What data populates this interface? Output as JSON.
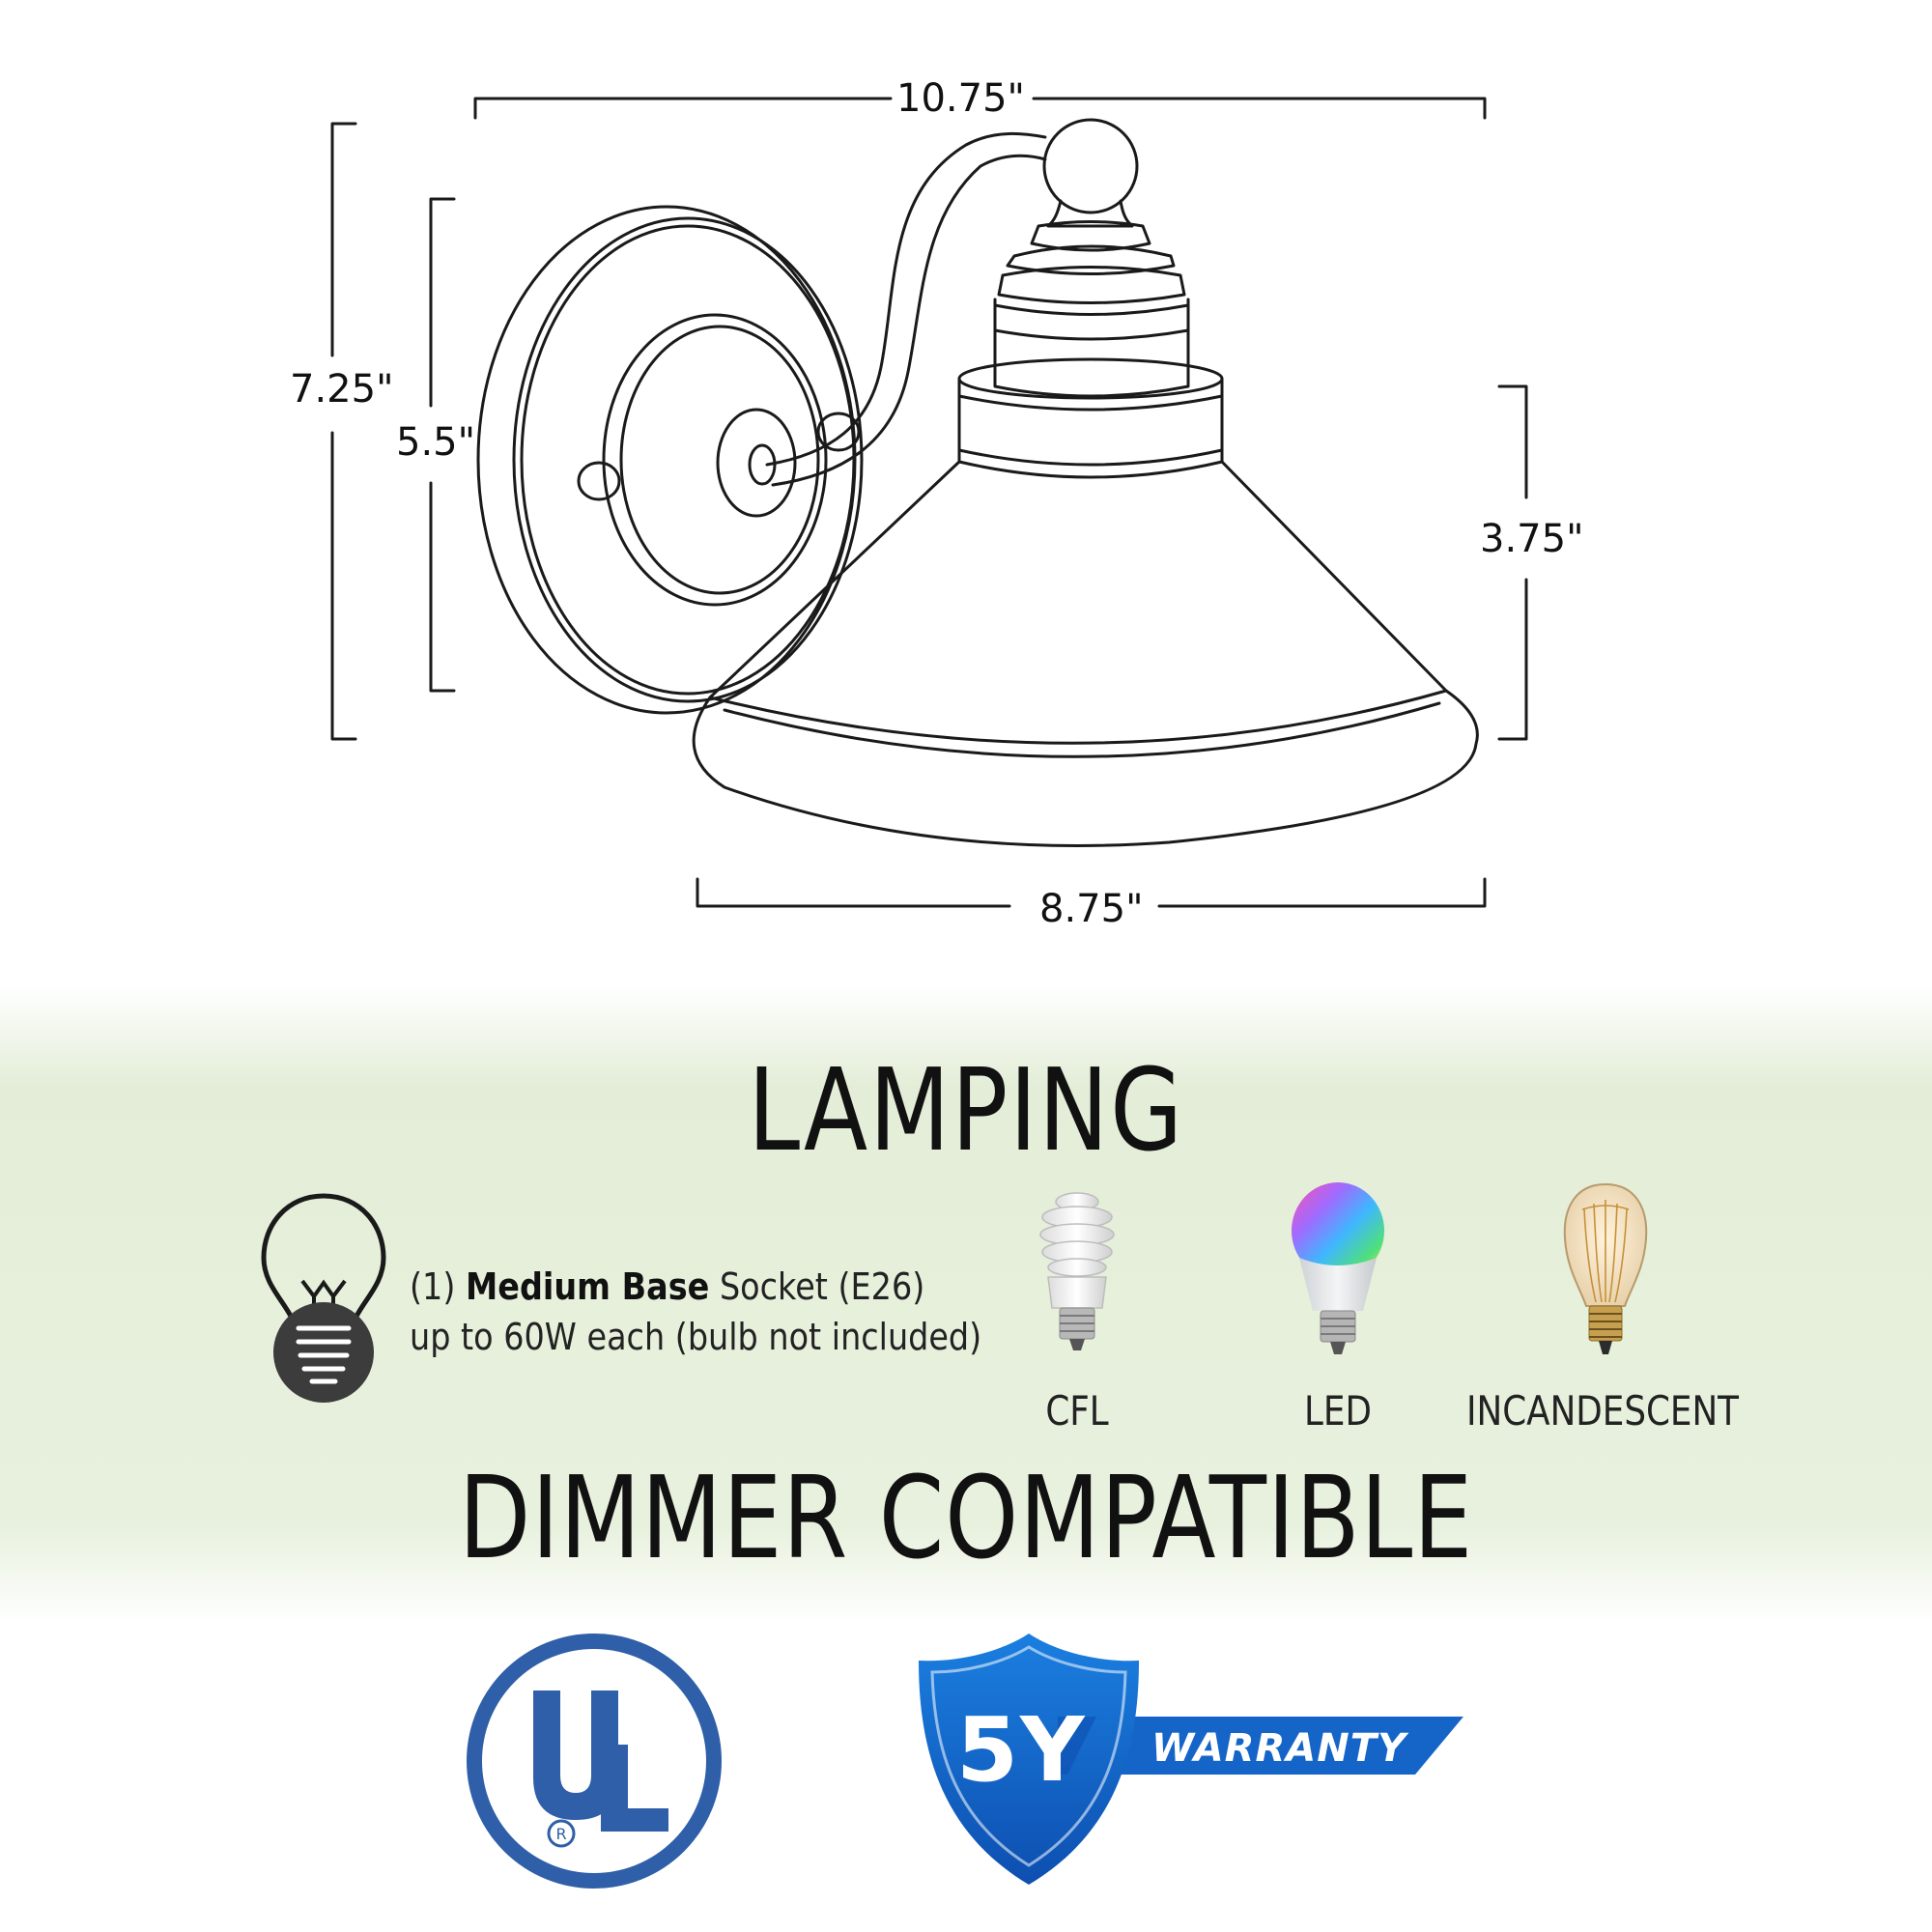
{
  "dimensions": {
    "width_top": "10.75\"",
    "height_total": "7.25\"",
    "backplate_height": "5.5\"",
    "shade_height": "3.75\"",
    "shade_width": "8.75\""
  },
  "lamping": {
    "title": "LAMPING",
    "spec_count": "(1)",
    "spec_base": "Medium Base",
    "spec_socket": "Socket (E26)",
    "spec_wattage": "up to 60W each (bulb not included)",
    "bulbs": [
      {
        "label": "CFL",
        "icon": "cfl-bulb-icon"
      },
      {
        "label": "LED",
        "icon": "led-bulb-icon"
      },
      {
        "label": "INCANDESCENT",
        "icon": "incandescent-bulb-icon"
      }
    ]
  },
  "dimmer": {
    "title": "DIMMER COMPATIBLE"
  },
  "badges": {
    "ul_logo_text": "UL",
    "warranty_years": "5Y",
    "warranty_text": "WARRANTY"
  },
  "colors": {
    "brand_blue": "#2f5fa8",
    "warranty_blue": "#1565c8",
    "band_green": "#e6f0db",
    "line_dark": "#111111",
    "icon_dark": "#3c3c3c"
  }
}
